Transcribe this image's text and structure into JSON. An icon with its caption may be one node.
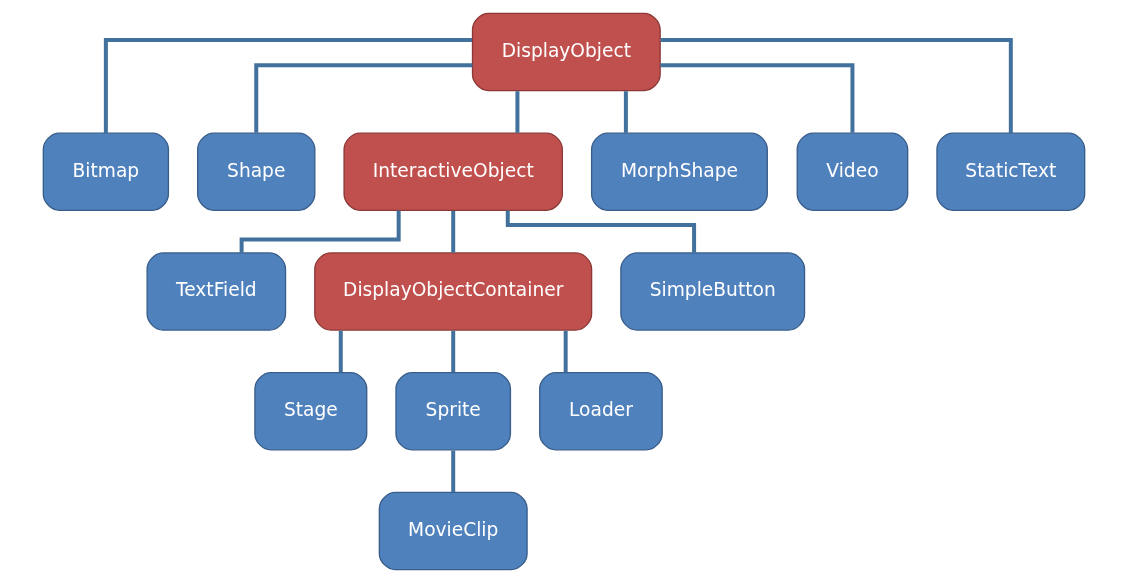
{
  "diagram": {
    "nodes": [
      {
        "text": [
          "DisplayObject"
        ]
      },
      {
        "text": [
          "Bitmap"
        ]
      },
      {
        "text": [
          "Shape"
        ]
      },
      {
        "text": [
          "InteractiveObject"
        ]
      },
      {
        "text": [
          "MorphShape"
        ]
      },
      {
        "text": [
          "Video"
        ]
      },
      {
        "text": [
          "StaticText"
        ]
      },
      {
        "text": [
          "TextField"
        ]
      },
      {
        "text": [
          "DisplayObjectContainer"
        ]
      },
      {
        "text": [
          "SimpleButton"
        ]
      },
      {
        "text": [
          "Stage"
        ]
      },
      {
        "text": [
          "Sprite"
        ]
      },
      {
        "text": [
          "Loader"
        ]
      },
      {
        "text": [
          "MovieClip"
        ]
      }
    ],
    "edges": [
      {
        "from": 0,
        "to": 1,
        "arrow": "none"
      },
      {
        "from": 0,
        "to": 2,
        "arrow": "none"
      },
      {
        "from": 0,
        "to": 3,
        "arrow": "none"
      },
      {
        "from": 0,
        "to": 4,
        "arrow": "none"
      },
      {
        "from": 0,
        "to": 5,
        "arrow": "none"
      },
      {
        "from": 0,
        "to": 6,
        "arrow": "none"
      },
      {
        "from": 3,
        "to": 7,
        "arrow": "none"
      },
      {
        "from": 3,
        "to": 8,
        "arrow": "none"
      },
      {
        "from": 3,
        "to": 9,
        "arrow": "none"
      },
      {
        "from": 8,
        "to": 10,
        "arrow": "none"
      },
      {
        "from": 8,
        "to": 11,
        "arrow": "none"
      },
      {
        "from": 8,
        "to": 12,
        "arrow": "none"
      },
      {
        "from": 11,
        "to": 13,
        "arrow": "none"
      }
    ]
  }
}
